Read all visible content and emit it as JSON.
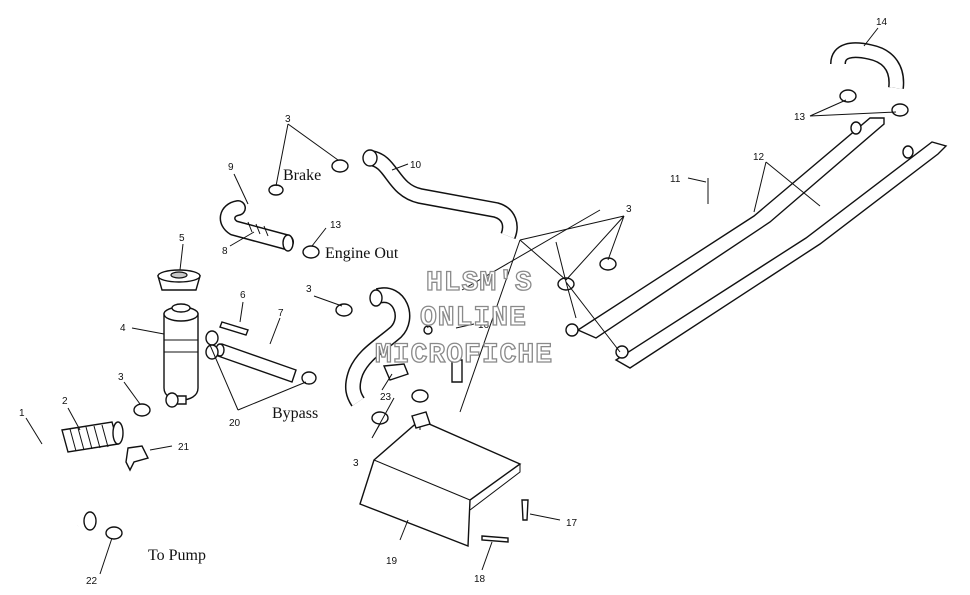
{
  "labels": {
    "brake": "Brake",
    "engine_out": "Engine Out",
    "bypass": "Bypass",
    "to_pump": "To Pump"
  },
  "callouts": {
    "n1": "1",
    "n2": "2",
    "n3a": "3",
    "n3b": "3",
    "n3c": "3",
    "n3d": "3",
    "n3e": "3",
    "n4": "4",
    "n5": "5",
    "n6": "6",
    "n7": "7",
    "n8": "8",
    "n9": "9",
    "n10": "10",
    "n11": "11",
    "n12": "12",
    "n13a": "13",
    "n13b": "13",
    "n14": "14",
    "n16": "16",
    "n17": "17",
    "n18": "18",
    "n19": "19",
    "n20": "20",
    "n21": "21",
    "n22": "22",
    "n23": "23"
  },
  "watermark": {
    "line1": "HLSM'S",
    "line2": "ONLINE",
    "line3": "MICROFICHE"
  }
}
